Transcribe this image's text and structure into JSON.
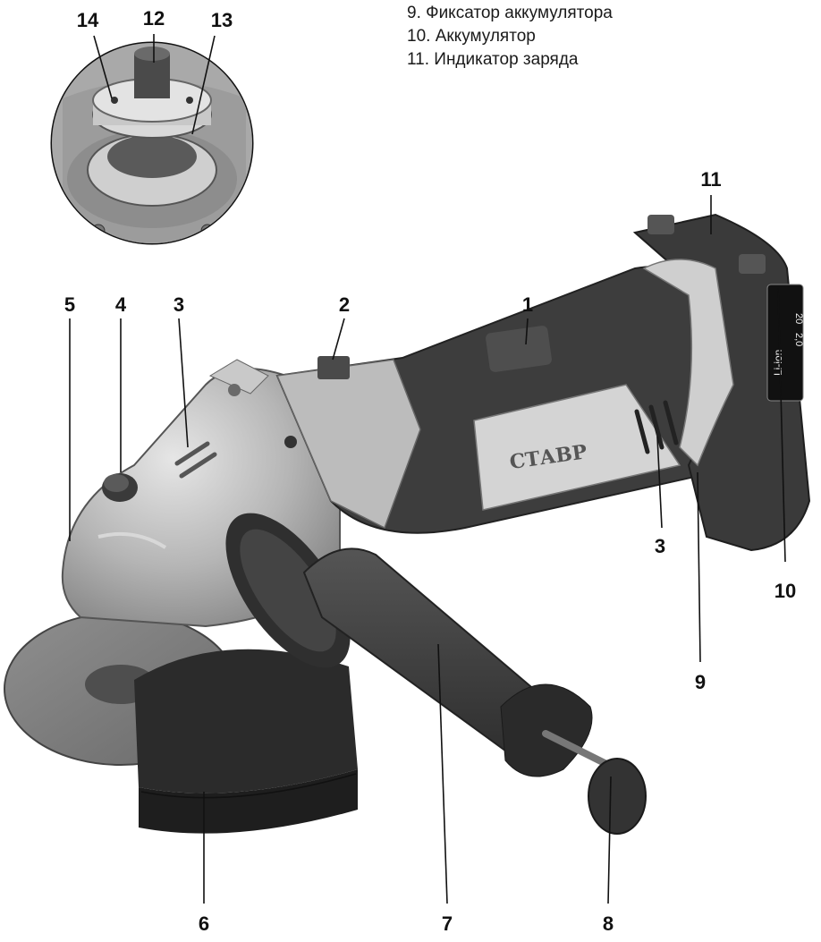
{
  "legend": {
    "items": [
      "9.  Фиксатор аккумулятора",
      "10. Аккумулятор",
      "11. Индикатор заряда"
    ]
  },
  "callouts": [
    "1",
    "2",
    "3",
    "3",
    "4",
    "5",
    "6",
    "7",
    "8",
    "9",
    "10",
    "11",
    "12",
    "13",
    "14"
  ],
  "brand": "СТАВР",
  "battery_label": "Li-ion",
  "battery_voltage": "20",
  "battery_capacity": "2,0",
  "colors": {
    "background": "#ffffff",
    "metal": "#b9b9b9",
    "dark_rubber": "#3b3b3b",
    "light_trim": "#cfcfcf"
  }
}
